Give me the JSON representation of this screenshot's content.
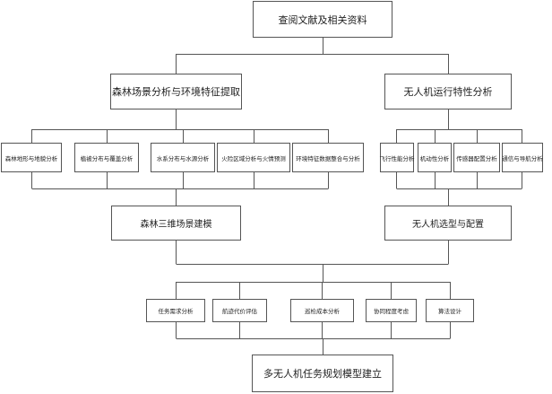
{
  "top": {
    "label": "查阅文献及相关资料"
  },
  "branches": {
    "forest": {
      "title": "森林场景分析与环境特征提取",
      "items": [
        "森林地形与地貌分析",
        "植被分布与覆盖分析",
        "水系分布与水源分析",
        "火险区域分析与火情预测",
        "环境特征数据整合与分析"
      ],
      "result": "森林三维场景建模"
    },
    "uav": {
      "title": "无人机运行特性分析",
      "items": [
        "飞行性能分析",
        "机动性分析",
        "传感器配置分析",
        "通信与导航分析"
      ],
      "result": "无人机选型与配置"
    }
  },
  "factors": [
    "任务需求分析",
    "航迹代价评估",
    "巡检成本分析",
    "协同程度考虑",
    "算法设计"
  ],
  "final": {
    "label": "多无人机任务规划模型建立"
  }
}
